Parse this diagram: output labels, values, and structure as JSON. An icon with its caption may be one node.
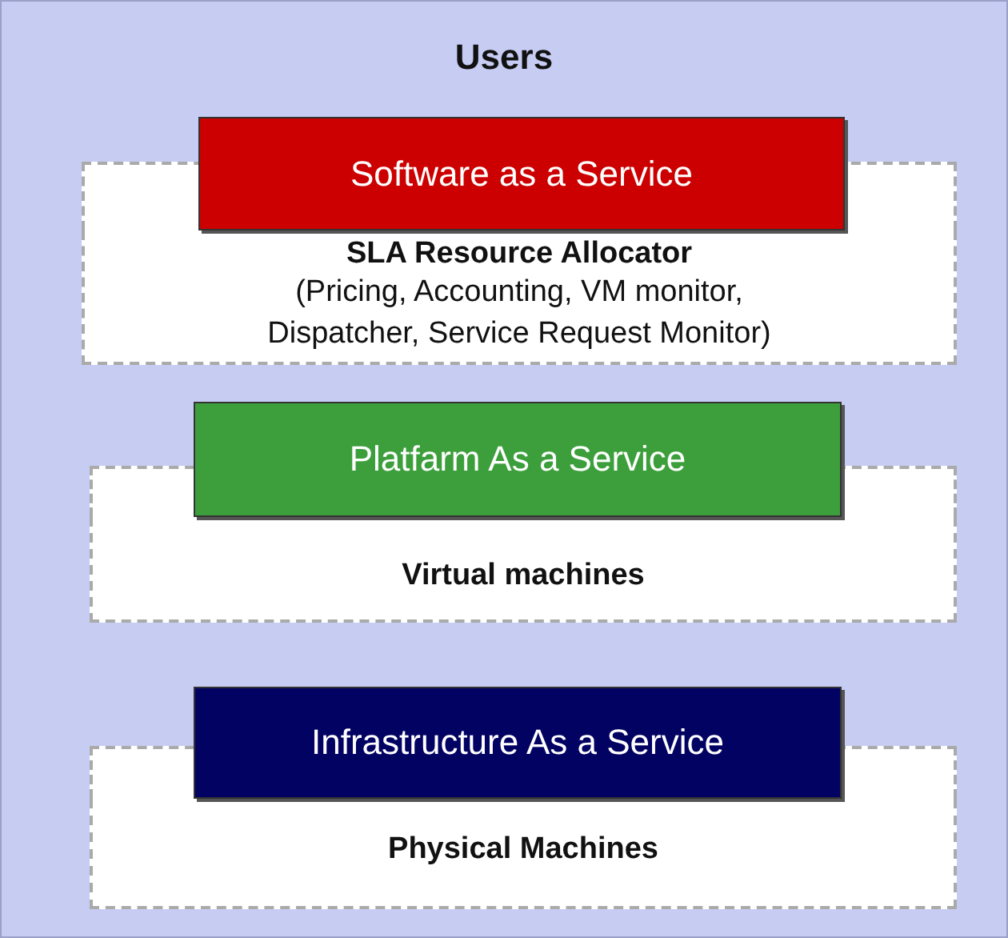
{
  "diagram": {
    "nodes": [
      {
        "text": [
          "Users"
        ]
      },
      {
        "text": [
          "Software as a Service"
        ],
        "in": 0
      },
      {
        "text": [
          "SLA Resource Allocator",
          "(Pricing, Accounting, VM monitor, Dispatcher, Service Request Monitor)"
        ],
        "in": 0
      },
      {
        "text": [
          "Platfarm As a Service"
        ],
        "in": 0
      },
      {
        "text": [
          "Virtual machines"
        ],
        "in": 0
      },
      {
        "text": [
          "Infrastructure As a Service"
        ],
        "in": 0
      },
      {
        "text": [
          "Physical Machines"
        ],
        "in": 0
      }
    ],
    "edges": []
  }
}
